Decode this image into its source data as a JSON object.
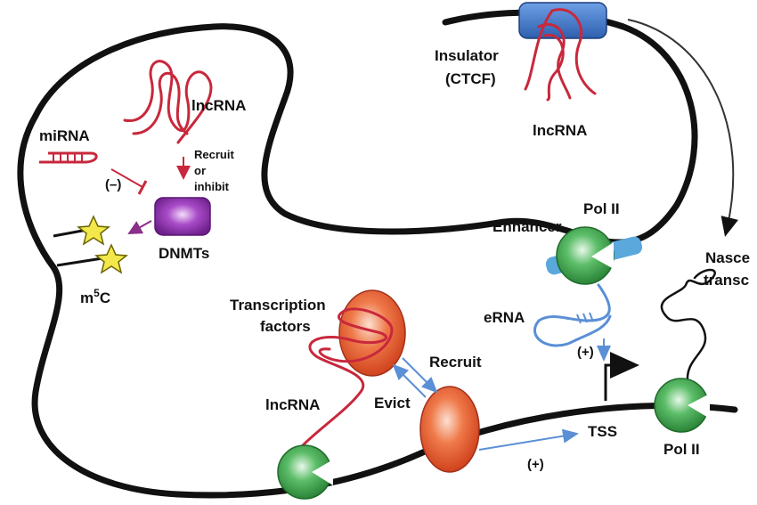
{
  "labels": {
    "insulator_line1": "Insulator",
    "insulator_line2": "(CTCF)",
    "lncrna_top": "lncRNA",
    "lncrna_ctcf": "lncRNA",
    "recruit_or_inhibit_1": "Recruit",
    "recruit_or_inhibit_2": "or",
    "recruit_or_inhibit_3": "inhibit",
    "mirna": "miRNA",
    "minus": "(–)",
    "dnmts": "DNMTs",
    "m5c_base": "m",
    "m5c_sup": "5",
    "m5c_end": "C",
    "enhancer": "Enhancer",
    "pol2_enhancer": "Pol II",
    "pol2_tss": "Pol II",
    "erna": "eRNA",
    "plus_erna": "(+)",
    "plus_tss": "(+)",
    "nascent_1": "Nasce",
    "nascent_2": "transc",
    "tf_line1": "Transcription",
    "tf_line2": "factors",
    "recruit": "Recruit",
    "evict": "Evict",
    "lncrna_bottom": "lncRNA",
    "tss": "TSS"
  },
  "colors": {
    "dna": "#111111",
    "lncrna": "#c8283c",
    "blue_arrow": "#5b8fd6",
    "purple_arrow": "#8a2f8a",
    "insulator": "#3d72c4",
    "pol2": "#3a9a4a",
    "tf": "#e2542a",
    "dnmt": "#8b2fae",
    "star": "#f2e84a",
    "enhancer_bar": "#5aa8dc"
  }
}
